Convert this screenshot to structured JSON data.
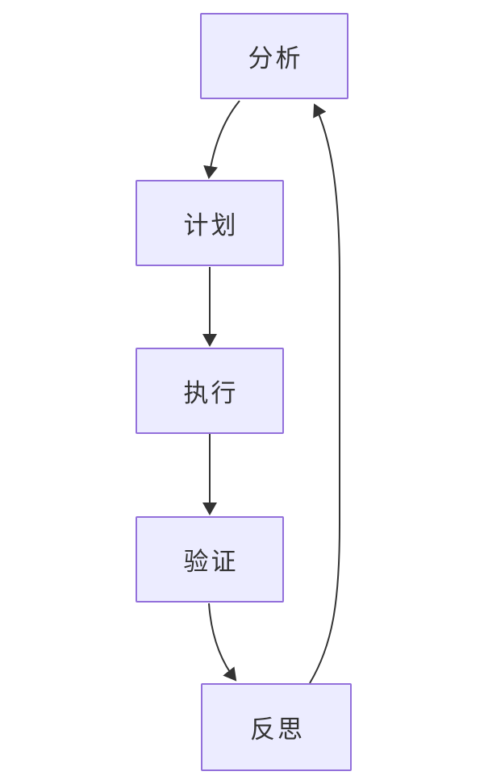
{
  "diagram": {
    "type": "flowchart",
    "direction": "top-down",
    "nodes": [
      {
        "id": "analysis",
        "label": "分析"
      },
      {
        "id": "plan",
        "label": "计划"
      },
      {
        "id": "execute",
        "label": "执行"
      },
      {
        "id": "verify",
        "label": "验证"
      },
      {
        "id": "reflect",
        "label": "反思"
      }
    ],
    "edges": [
      {
        "from": "analysis",
        "to": "plan"
      },
      {
        "from": "plan",
        "to": "execute"
      },
      {
        "from": "execute",
        "to": "verify"
      },
      {
        "from": "verify",
        "to": "reflect"
      },
      {
        "from": "reflect",
        "to": "analysis"
      }
    ],
    "colors": {
      "background": "#FFFFFF",
      "node_fill": "#ECECFF",
      "node_border": "#9370DB",
      "edge_stroke": "#333333",
      "text": "#333333"
    }
  }
}
